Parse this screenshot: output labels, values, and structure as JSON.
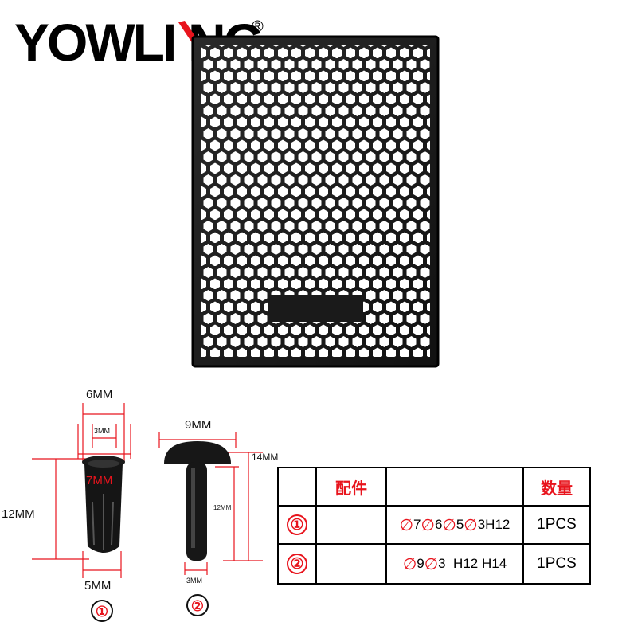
{
  "brand": {
    "name_a": "YOWLI",
    "name_b": "NG",
    "registered_mark": "®"
  },
  "dimensions": {
    "clip_top_width": "6MM",
    "clip_inner_width": "3MM",
    "clip_head_width": "7MM",
    "clip_height": "12MM",
    "clip_bottom_width": "5MM",
    "pin_head_width": "9MM",
    "pin_total_height": "14MM",
    "pin_shaft_height": "12MM",
    "pin_shaft_width": "3MM"
  },
  "part_labels": {
    "clip": "①",
    "pin": "②"
  },
  "table": {
    "headers": [
      "",
      "配件",
      "",
      "数量"
    ],
    "rows": [
      {
        "index": "①",
        "spec": [
          [
            "∅",
            "7"
          ],
          [
            "∅",
            "6"
          ],
          [
            "∅",
            "5"
          ],
          [
            "∅",
            "3H12"
          ]
        ],
        "qty": "1PCS"
      },
      {
        "index": "②",
        "spec": [
          [
            "∅",
            "9"
          ],
          [
            "∅",
            "3  H12 H14"
          ]
        ],
        "qty": "1PCS"
      }
    ]
  },
  "colors": {
    "accent_red": "#e8141d",
    "black": "#111111"
  },
  "icons": [
    "brand-logo",
    "grille-product-image",
    "clip-part-image",
    "pin-part-image"
  ]
}
